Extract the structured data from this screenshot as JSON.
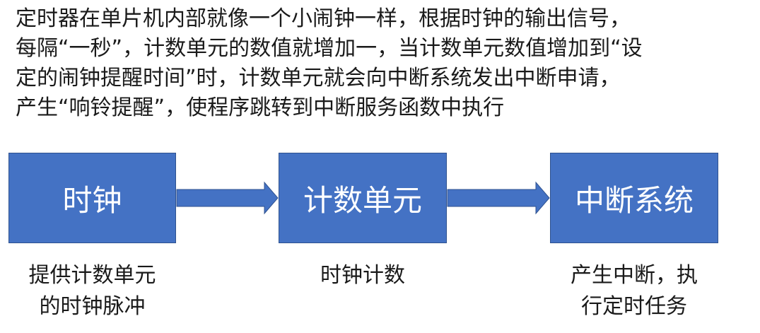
{
  "intro": {
    "lines": [
      "定时器在单片机内部就像一个小闹钟一样，根据时钟的输出信号，",
      "每隔“一秒”，计数单元的数值就增加一，当计数单元数值增加到“设",
      "定的闹钟提醒时间”时，计数单元就会向中断系统发出中断申请，",
      "产生“响铃提醒”，使程序跳转到中断服务函数中执行"
    ]
  },
  "boxes": [
    {
      "label": "时钟"
    },
    {
      "label": "计数单元"
    },
    {
      "label": "中断系统"
    }
  ],
  "captions": [
    {
      "lines": [
        "提供计数单元",
        "的时钟脉冲"
      ]
    },
    {
      "lines": [
        "时钟计数"
      ]
    },
    {
      "lines": [
        "产生中断，执",
        "行定时任务"
      ]
    }
  ],
  "colors": {
    "box_fill": "#4472c4",
    "box_border": "#2f528f",
    "arrow_fill": "#4472c4",
    "text": "#1a1a1a"
  }
}
